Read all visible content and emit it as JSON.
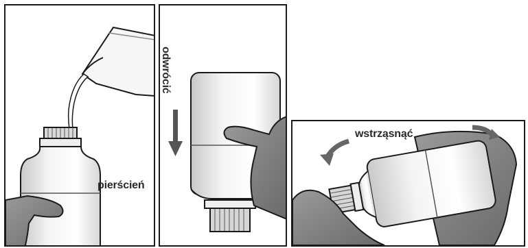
{
  "steps": [
    {
      "label": "pierścień"
    },
    {
      "label": "odwrócić"
    },
    {
      "label": "wstrząsnąć"
    }
  ]
}
